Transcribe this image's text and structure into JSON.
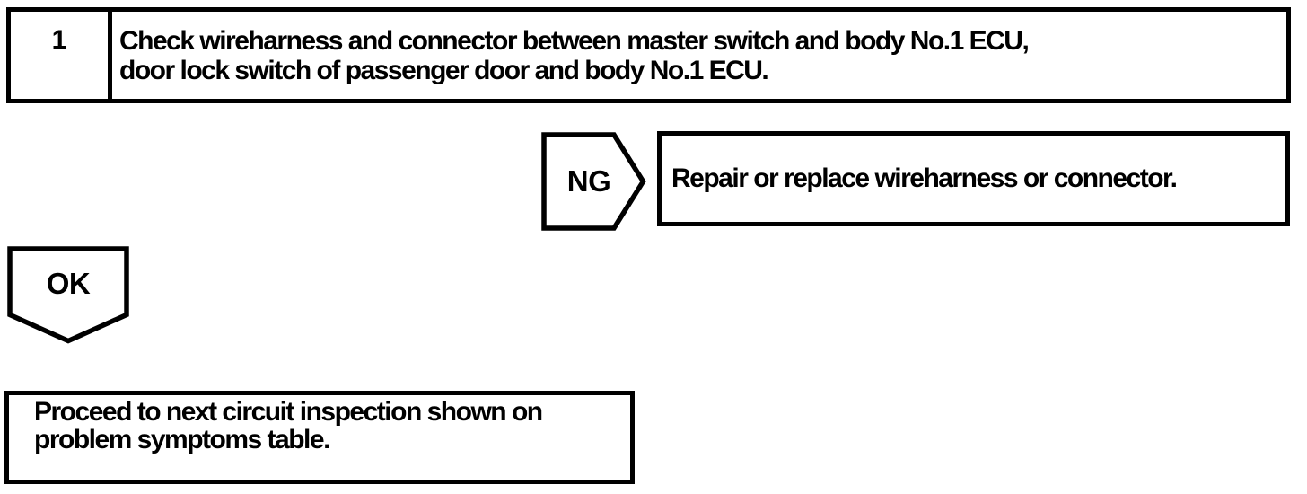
{
  "palette": {
    "ink": "#000000",
    "paper": "#ffffff"
  },
  "flowchart": {
    "step": {
      "number": "1",
      "instruction_line1": "Check wireharness and connector between master switch and body No.1 ECU,",
      "instruction_line2": "door lock switch of passenger door and body No.1 ECU."
    },
    "ng": {
      "label": "NG",
      "shape_icon": "pentagon-arrow-right-icon",
      "action": "Repair or replace wireharness or connector."
    },
    "ok": {
      "label": "OK",
      "shape_icon": "pentagon-arrow-down-icon",
      "action_line1": "Proceed to next circuit inspection shown on",
      "action_line2": "problem symptoms table."
    }
  }
}
